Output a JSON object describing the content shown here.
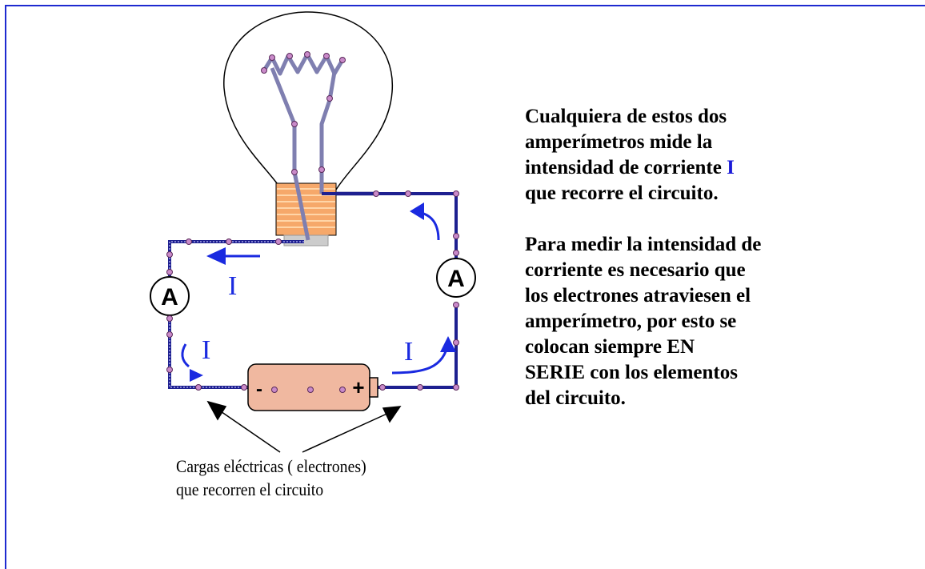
{
  "colors": {
    "frame": "#1e2ad0",
    "wire": "#1e2090",
    "arrow": "#1a2ae0",
    "node": "#c98ac9",
    "bulb_filament": "#7f7fb0",
    "base": "#f6a86a",
    "battery": "#f0b8a0"
  },
  "diagram": {
    "ammeter_left_label": "A",
    "ammeter_right_label": "A",
    "current_label_top": "I",
    "current_label_left": "I",
    "current_label_right": "I",
    "battery_negative": "-",
    "battery_positive": "+"
  },
  "caption": {
    "line1": "Cargas eléctricas ( electrones)",
    "line2": "que recorren el circuito"
  },
  "text": {
    "p1_line1": "Cualquiera de estos dos",
    "p1_line2": "amperímetros mide la",
    "p1_line3_before": "intensidad de corriente ",
    "p1_line3_highlight": "I",
    "p1_line4": "que recorre el circuito.",
    "p2_line1": "Para medir la intensidad de",
    "p2_line2": "corriente es necesario que",
    "p2_line3": "los electrones atraviesen el",
    "p2_line4": "amperímetro, por esto se",
    "p2_line5_before": "colocan siempre ",
    "p2_line5_bold": "EN",
    "p2_line6_bold": "SERIE",
    "p2_line6_after": " con los elementos",
    "p2_line7": "del circuito."
  }
}
